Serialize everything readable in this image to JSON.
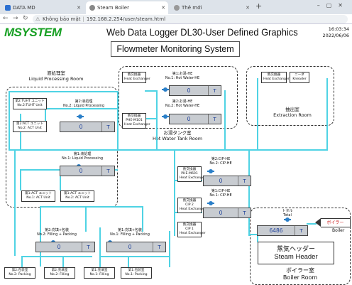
{
  "browser": {
    "tabs": [
      {
        "label": "DATA MD",
        "active": false
      },
      {
        "label": "Steam Boiler",
        "active": true
      },
      {
        "label": "Thẻ mới",
        "active": false
      }
    ],
    "security_text": "Không bảo mật",
    "url": "192.168.2.254/user/steam.html"
  },
  "header": {
    "logo": "MSYSTEM",
    "title": "Web Data Logger DL30-User Defined Graphics",
    "time": "16:03:34",
    "date": "2022/06/06",
    "subtitle": "Flowmeter Monitoring System"
  },
  "rooms": {
    "liquid": {
      "jp": "液処理室",
      "en": "Liquid Processing Room"
    },
    "hotwater": {
      "jp": "お湯タンク室",
      "en": "Hot Water Tank Room"
    },
    "extraction": {
      "jp": "抽出室",
      "en": "Extraction Room"
    },
    "boiler": {
      "jp": "ボイラー室",
      "en": "Boiler Room"
    }
  },
  "equipment": {
    "tuht2": {
      "jp": "第2:TUHT ユニット",
      "en": "No.2:TUHT Unit"
    },
    "act2_top": {
      "jp": "第2:ACT ユニット",
      "en": "No.2: ACT Unit"
    },
    "act1": {
      "jp": "第1:ACT ユニット",
      "en": "No.1: ACT Unit"
    },
    "act2": {
      "jp": "第1:ACT ユニット",
      "en": "No.2: ACT Unit"
    },
    "hx_hw1": {
      "jp": "熱交換器",
      "en": "Heat Exchanger"
    },
    "hx_phe": {
      "jp": "熱交換器",
      "en1": "PHE-M101",
      "en": "Heat Exchanger"
    },
    "hx_ext": {
      "jp": "熱交換器",
      "en": "Heat Exchanger"
    },
    "kneader": {
      "jp": "ニーダ",
      "en": "Kneader"
    },
    "hx_phe601": {
      "jp": "熱交換器",
      "en1": "PHE-M601",
      "en": "Heat Exchanger"
    },
    "hx_cip2": {
      "jp": "熱交換器",
      "en1": "CIP 2",
      "en": "Heat Exchanger"
    },
    "hx_cip1": {
      "jp": "熱交換器",
      "en1": "CIP 1",
      "en": "Heat Exchanger"
    },
    "pack2": {
      "jp": "第2:包装室",
      "en": "No.2: Packing"
    },
    "fill2": {
      "jp": "第2:充填室",
      "en": "No.2: Filling"
    },
    "fill1": {
      "jp": "第1:充填室",
      "en": "No.1: Filling"
    },
    "pack1": {
      "jp": "第1:包装室",
      "en": "No.1: Packing"
    }
  },
  "flowmeters": {
    "liq2": {
      "jp": "第2:液処理",
      "en": "No.2: Liquid Processing",
      "value": "0",
      "unit": "T"
    },
    "liq1": {
      "jp": "第1:液処理",
      "en": "No.1: Liquid Processing",
      "value": "0",
      "unit": "T"
    },
    "hw1": {
      "jp": "第1:お湯-HE",
      "en": "No.1: Hot Water-HE",
      "value": "0",
      "unit": "T"
    },
    "hw2": {
      "jp": "第2:お湯-HE",
      "en": "No.2: Hot Water-HE",
      "value": "0",
      "unit": "T"
    },
    "cip2": {
      "jp": "第2:CIP-HE",
      "en": "No.2: CIP-HE",
      "value": "0",
      "unit": "T"
    },
    "cip1": {
      "jp": "第1:CIP-HE",
      "en": "No.1: CIP-HE",
      "value": "0",
      "unit": "T"
    },
    "fill2": {
      "jp": "第2:充填+包装",
      "en": "No.2: Filling + Packing",
      "value": "0",
      "unit": "T"
    },
    "fill1": {
      "jp": "第1:充填+包装",
      "en": "No.1: Filling + Packing",
      "value": "0",
      "unit": "T"
    },
    "total": {
      "jp": "トタル",
      "en": "Total",
      "value": "6486",
      "unit": "T"
    }
  },
  "steam_header": {
    "jp": "蒸気ヘッダー",
    "en": "Steam Header"
  },
  "boiler_tag": {
    "jp": "ボイラー",
    "en": "Boiler"
  },
  "colors": {
    "pipe": "#4fd3e4",
    "display_bg": "#c8ccd1",
    "value_text": "#1c3f9a",
    "logo": "#18a024"
  }
}
